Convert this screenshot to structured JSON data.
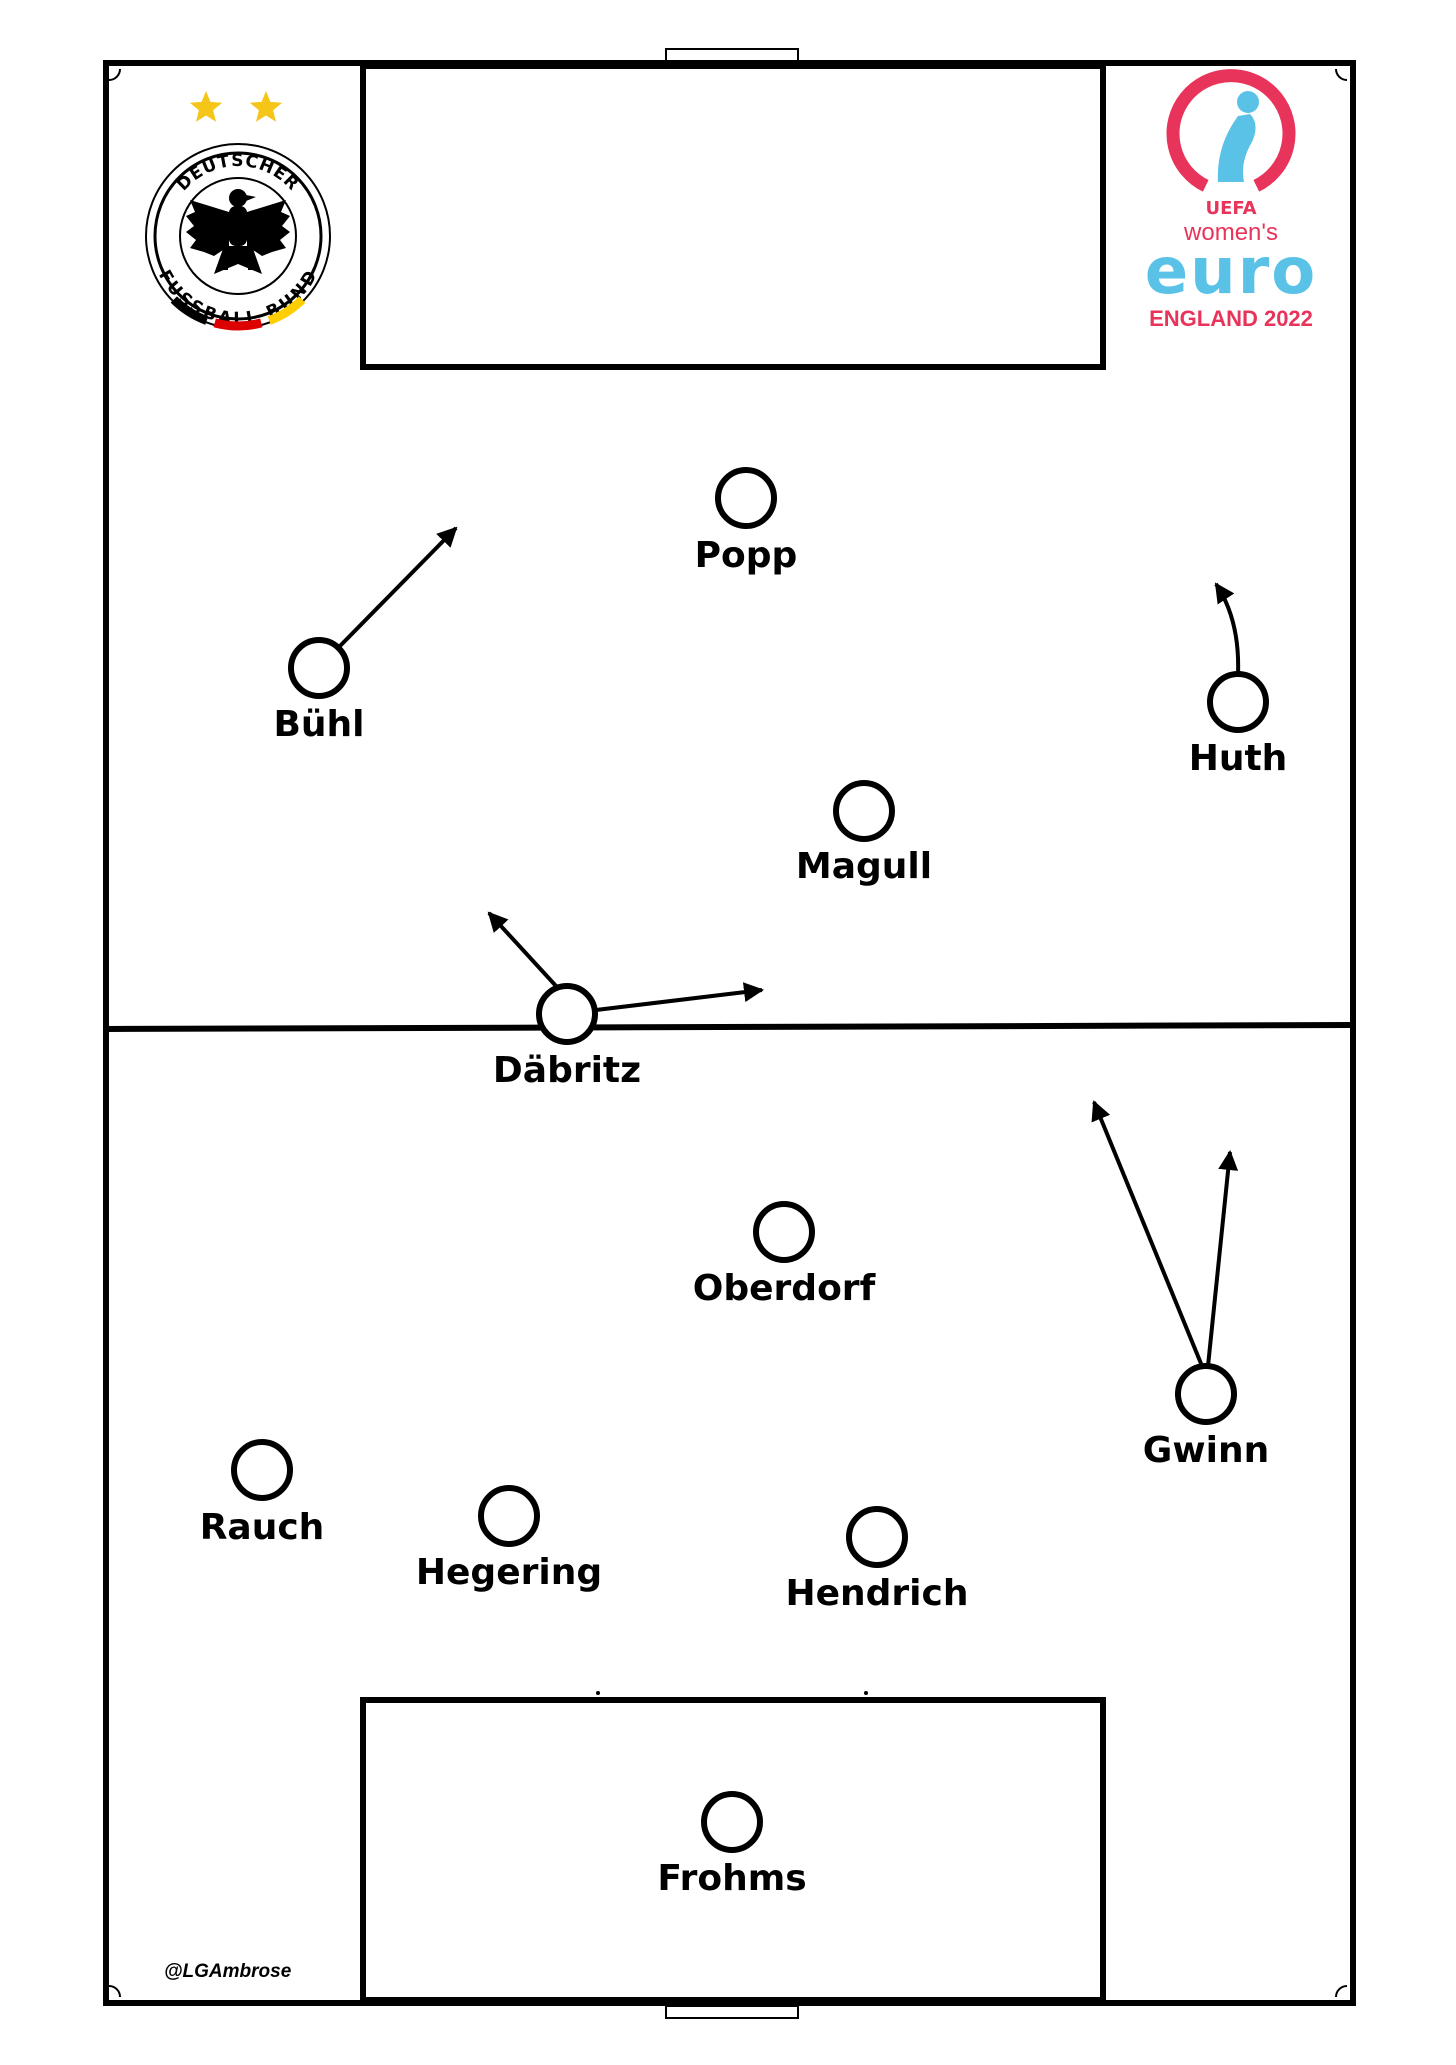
{
  "watermark": "@LGAmbrose",
  "logos": {
    "dfb": {
      "ring_top": "DEUTSCHER",
      "ring_bottom": "FUSSBALL-BUND",
      "stars": 2,
      "colors": {
        "star": "#F5C518",
        "black": "#000000",
        "red": "#DD0000",
        "gold": "#FFCE00"
      }
    },
    "euro": {
      "org": "UEFA",
      "line1": "women's",
      "line2": "euro",
      "host": "ENGLAND 2022",
      "colors": {
        "pink": "#E8345A",
        "teal": "#5BC2E7"
      }
    }
  },
  "players": [
    {
      "name": "Popp"
    },
    {
      "name": "Bühl"
    },
    {
      "name": "Huth"
    },
    {
      "name": "Magull"
    },
    {
      "name": "Däbritz"
    },
    {
      "name": "Oberdorf"
    },
    {
      "name": "Gwinn"
    },
    {
      "name": "Rauch"
    },
    {
      "name": "Hegering"
    },
    {
      "name": "Hendrich"
    },
    {
      "name": "Frohms"
    }
  ]
}
